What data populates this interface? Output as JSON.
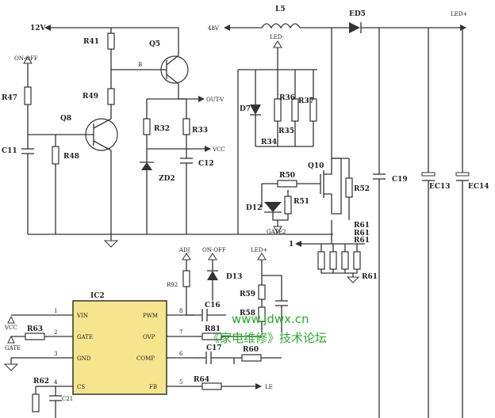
{
  "labels": {
    "v12": "12V",
    "on_off_1": "ON-OFF",
    "r41": "R41",
    "q5": "Q5",
    "b": "B",
    "r49": "R49",
    "r47": "R47",
    "q8": "Q8",
    "r48": "R48",
    "c11": "C11",
    "r32": "R32",
    "r33": "R33",
    "zd2": "ZD2",
    "c12": "C12",
    "out_v": "OUT-V",
    "vcc_1": "VCC",
    "v48": "48V",
    "l5": "L5",
    "ed5": "ED5",
    "led_plus_1": "LED+",
    "led_minus": "LED-",
    "d7": "D7",
    "r36": "R36",
    "r37": "R37",
    "r34": "R34",
    "r35": "R35",
    "q10": "Q10",
    "r50": "R50",
    "r52": "R52",
    "c19": "C19",
    "ec13": "EC13",
    "ec14": "EC14",
    "d12": "D12",
    "r51": "R51",
    "gate2": "GATE2",
    "r61a": "R61",
    "r61b": "R61",
    "r61c": "R61",
    "r61d": "R61",
    "one": "1",
    "adj": "ADJ",
    "on_off_2": "ON-OFF",
    "led_plus_2": "LED+",
    "r92": "R92",
    "d13": "D13",
    "r59": "R59",
    "r58": "R58",
    "ic2": "IC2",
    "vin": "VIN",
    "gate": "GATE",
    "gnd": "GND",
    "cs": "CS",
    "pwm": "PWM",
    "ovp": "OVP",
    "comp": "COMP",
    "fb": "FB",
    "pin1": "1",
    "pin2": "2",
    "pin3": "3",
    "pin4": "4",
    "pin5": "5",
    "pin6": "6",
    "pin7": "7",
    "pin8": "8",
    "c16": "C16",
    "r81": "R81",
    "c17": "C17",
    "r60": "R60",
    "r64": "R64",
    "le": "LE",
    "vcc_2": "VCC",
    "r63": "R63",
    "gate_in": "GATE",
    "r62": "R62",
    "c21": "C21"
  },
  "watermark": {
    "url": "www.jdwx.cn",
    "text": "《家电维修》技术论坛"
  }
}
